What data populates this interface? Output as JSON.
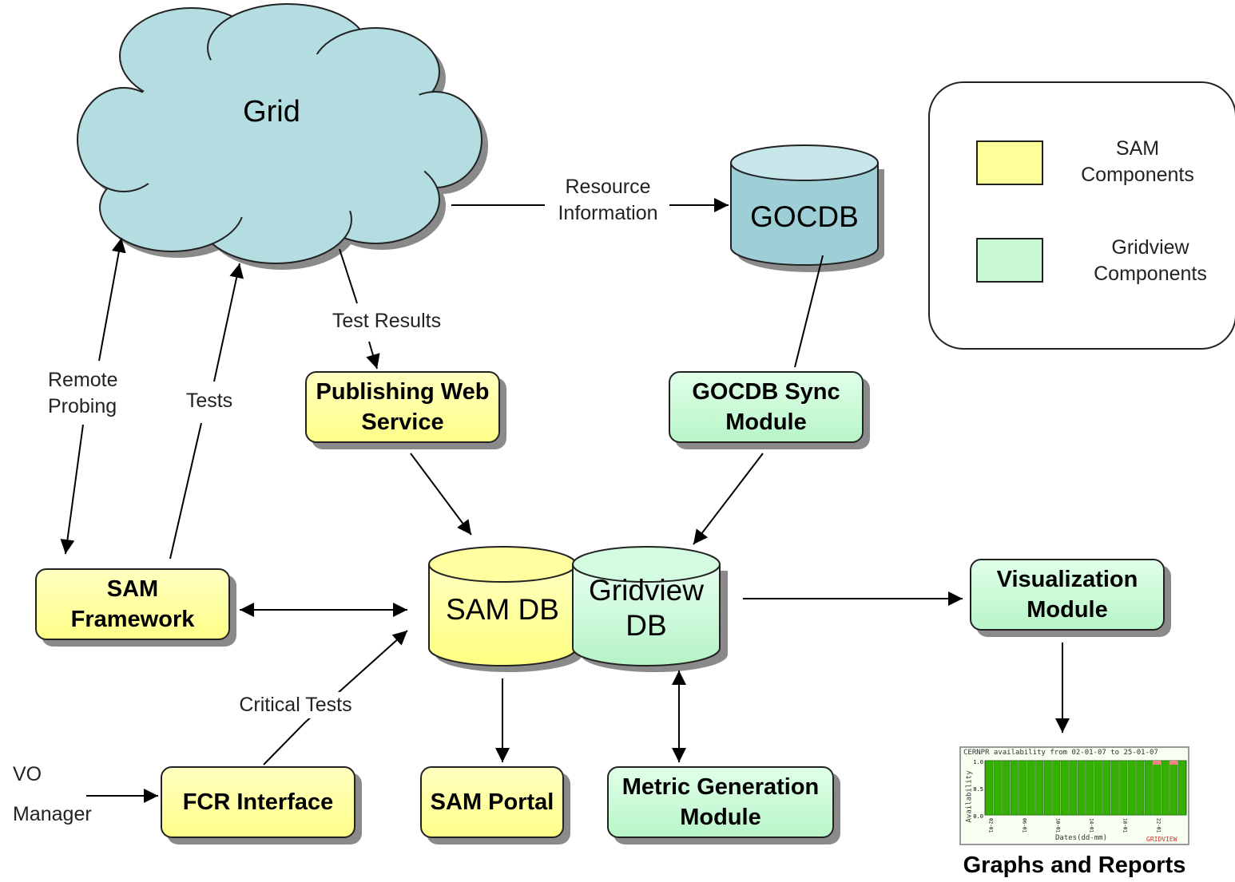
{
  "grid": {
    "label": "Grid"
  },
  "gocdb": {
    "label": "GOCDB"
  },
  "sam_db": {
    "label": "SAM DB"
  },
  "gridview_db": {
    "label": "Gridview\nDB"
  },
  "components": {
    "publishing": "Publishing Web\nService",
    "gocdb_sync": "GOCDB Sync\nModule",
    "sam_framework": "SAM\nFramework",
    "visualization": "Visualization\nModule",
    "fcr_interface": "FCR Interface",
    "sam_portal": "SAM Portal",
    "metric_generation": "Metric Generation\nModule"
  },
  "edge_labels": {
    "resource_information": "Resource\nInformation",
    "test_results": "Test Results",
    "remote_probing": "Remote\nProbing",
    "tests": "Tests",
    "critical_tests": "Critical Tests",
    "vo_manager": "VO\n\nManager"
  },
  "legend": {
    "sam": "SAM\nComponents",
    "gridview": "Gridview\nComponents"
  },
  "graphs": {
    "caption": "Graphs and Reports",
    "thumbnail_title": "CERNPR availability from 02-01-07 to 25-01-07",
    "thumbnail_ylabel": "Availability",
    "thumbnail_xlabel": "Dates(dd-mm)",
    "thumbnail_brand": "GRIDVIEW",
    "thumbnail_ticks_y": [
      "1.0",
      "0.5",
      "0.0"
    ],
    "thumbnail_ticks_x": [
      "02-01",
      "06-01",
      "10-01",
      "14-01",
      "18-01",
      "22-01"
    ],
    "bar_values": [
      1,
      1,
      1,
      1,
      1,
      1,
      1,
      1,
      1,
      1,
      1,
      1,
      1,
      1,
      1,
      1,
      1,
      1,
      1,
      1,
      1,
      1,
      1,
      1
    ],
    "partial_days": [
      20,
      22
    ]
  },
  "colors": {
    "sam": "#ffff99",
    "gridview": "#c8f7d4",
    "cloud": "#b3dde0",
    "gocdb": "#9ecfd6",
    "bar": "#33b000",
    "bar_bad": "#ff8080"
  }
}
